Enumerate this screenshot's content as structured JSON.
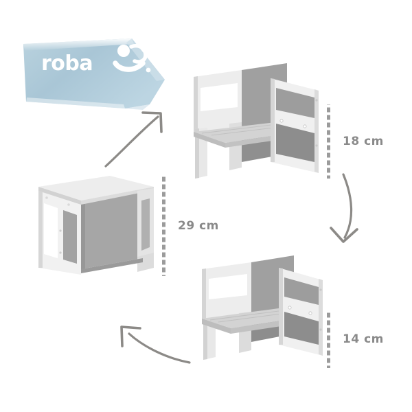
{
  "page": {
    "background_color": "#ffffff",
    "subject": "convertible children's chair shown in three flip positions"
  },
  "banner": {
    "brand_name": "roba",
    "logo_mark_name": "roba-smiley-child-icon",
    "banner_color": "#a8c4d4",
    "banner_color_light": "#c3d8e4",
    "text_color": "#ffffff"
  },
  "measurements": [
    {
      "id": "18",
      "label": "18 cm",
      "value": 18,
      "unit": "cm",
      "applies_to": "chair-top"
    },
    {
      "id": "29",
      "label": "29 cm",
      "value": 29,
      "unit": "cm",
      "applies_to": "chair-left"
    },
    {
      "id": "14",
      "label": "14 cm",
      "value": 14,
      "unit": "cm",
      "applies_to": "chair-bottom"
    }
  ],
  "colors": {
    "frame_white": "#f1f1f1",
    "frame_shade": "#dcdcdc",
    "panel_gray": "#a3a3a3",
    "panel_gray_dark": "#8e8e8e",
    "panel_gray_light": "#bdbdbd",
    "seat_gray": "#c8c8c8",
    "measure_text": "#8a8a8a",
    "measure_dash": "#9b9b9b",
    "arrow": "#8c8a87"
  },
  "chairs": [
    {
      "id": "chair-top",
      "name": "chair-seat-height-18",
      "height_label": "18 cm"
    },
    {
      "id": "chair-left",
      "name": "chair-seat-height-29",
      "height_label": "29 cm"
    },
    {
      "id": "chair-bottom",
      "name": "chair-seat-height-14",
      "height_label": "14 cm"
    }
  ],
  "arrows": [
    {
      "id": "arrow-up-left",
      "name": "arrow-to-brand-banner",
      "direction": "up-right"
    },
    {
      "id": "arrow-down-right",
      "name": "arrow-18-to-14",
      "direction": "down"
    },
    {
      "id": "arrow-up-bottom",
      "name": "arrow-14-to-29",
      "direction": "up-left"
    }
  ]
}
